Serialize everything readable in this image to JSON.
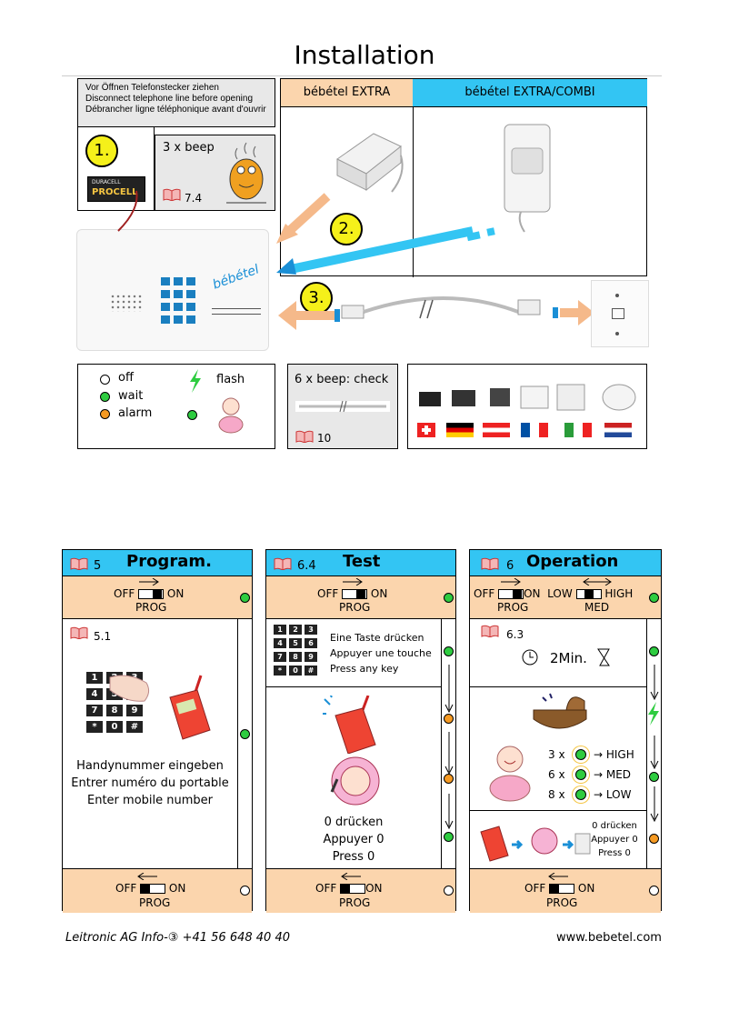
{
  "title": "Installation",
  "warning": [
    "Vor Öffnen Telefonstecker ziehen",
    "Disconnect telephone line before opening",
    "Débrancher ligne téléphonique avant d'ouvrir"
  ],
  "steps": {
    "s1": "1.",
    "s2": "2.",
    "s3": "3."
  },
  "beep3": "3 x beep",
  "ref74": "7.4",
  "battery_brand": "PROCELL",
  "battery_maker": "DURACELL",
  "device_brand": "bébétel",
  "extra_label": "bébétel EXTRA",
  "extra_combi_label": "bébétel EXTRA/COMBI",
  "legend": {
    "off": "off",
    "wait": "wait",
    "alarm": "alarm",
    "flash": "flash"
  },
  "beep6": "6 x beep: check",
  "ref10": "10",
  "colors": {
    "yellow": "#f5f01a",
    "blue": "#33c5f3",
    "peach": "#fbd5ad",
    "green": "#2ecc40",
    "orange": "#f59a23"
  },
  "col1": {
    "title": "Program.",
    "ref": "5",
    "switch_top": {
      "off": "OFF",
      "on": "ON",
      "prog": "PROG"
    },
    "ref_sub": "5.1",
    "text": [
      "Handynummer eingeben",
      "Entrer numéro du portable",
      "Enter mobile number"
    ],
    "switch_bottom": {
      "off": "OFF",
      "on": "ON",
      "prog": "PROG"
    }
  },
  "col2": {
    "title": "Test",
    "ref": "6.4",
    "switch_top": {
      "off": "OFF",
      "on": "ON",
      "prog": "PROG"
    },
    "key_text": [
      "Eine Taste drücken",
      "Appuyer une touche",
      "Press any key"
    ],
    "text": [
      "0 drücken",
      "Appuyer 0",
      "Press 0"
    ],
    "switch_bottom": {
      "off": "OFF",
      "on": "ON",
      "prog": "PROG"
    }
  },
  "col3": {
    "title": "Operation",
    "ref": "6",
    "switch_top": {
      "off": "OFF",
      "on": "ON",
      "low": "LOW",
      "high": "HIGH",
      "prog": "PROG",
      "med": "MED"
    },
    "ref_sub": "6.3",
    "timer": "2Min.",
    "levels": [
      {
        "count": "3 x",
        "label": "HIGH"
      },
      {
        "count": "6 x",
        "label": "MED"
      },
      {
        "count": "8 x",
        "label": "LOW"
      }
    ],
    "text": [
      "0 drücken",
      "Appuyer 0",
      "Press 0"
    ],
    "switch_bottom": {
      "off": "OFF",
      "on": "ON",
      "prog": "PROG"
    }
  },
  "keypad": [
    "1",
    "2",
    "3",
    "4",
    "5",
    "6",
    "7",
    "8",
    "9",
    "*",
    "0",
    "#"
  ],
  "footer_left": "Leitronic AG Info-",
  "footer_phone": "+41 56 648 40 40",
  "footer_right": "www.bebetel.com"
}
